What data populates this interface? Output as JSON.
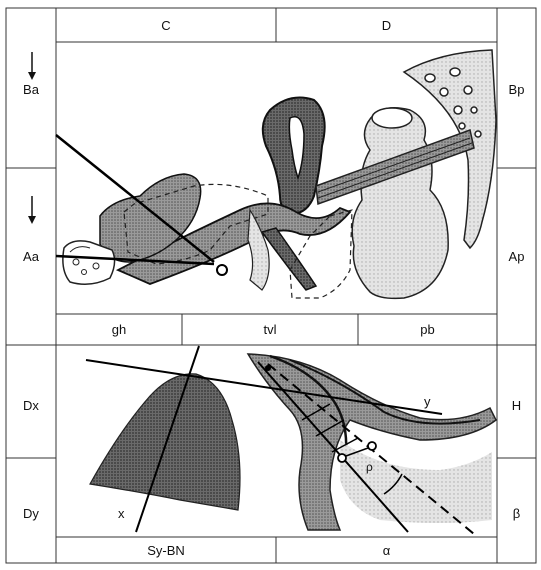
{
  "top_labels": [
    "C",
    "D"
  ],
  "left_labels": [
    "Ba",
    "Aa",
    "Dx",
    "Dy"
  ],
  "right_labels": [
    "Bp",
    "Ap",
    "H",
    "β"
  ],
  "middle_labels": [
    "gh",
    "tvl",
    "pb"
  ],
  "bottom_labels": [
    "Sy-BN",
    "α"
  ],
  "inline_labels": [
    "x",
    "y",
    "ρ"
  ],
  "arrows": [
    "down-arrow",
    "down-arrow"
  ]
}
